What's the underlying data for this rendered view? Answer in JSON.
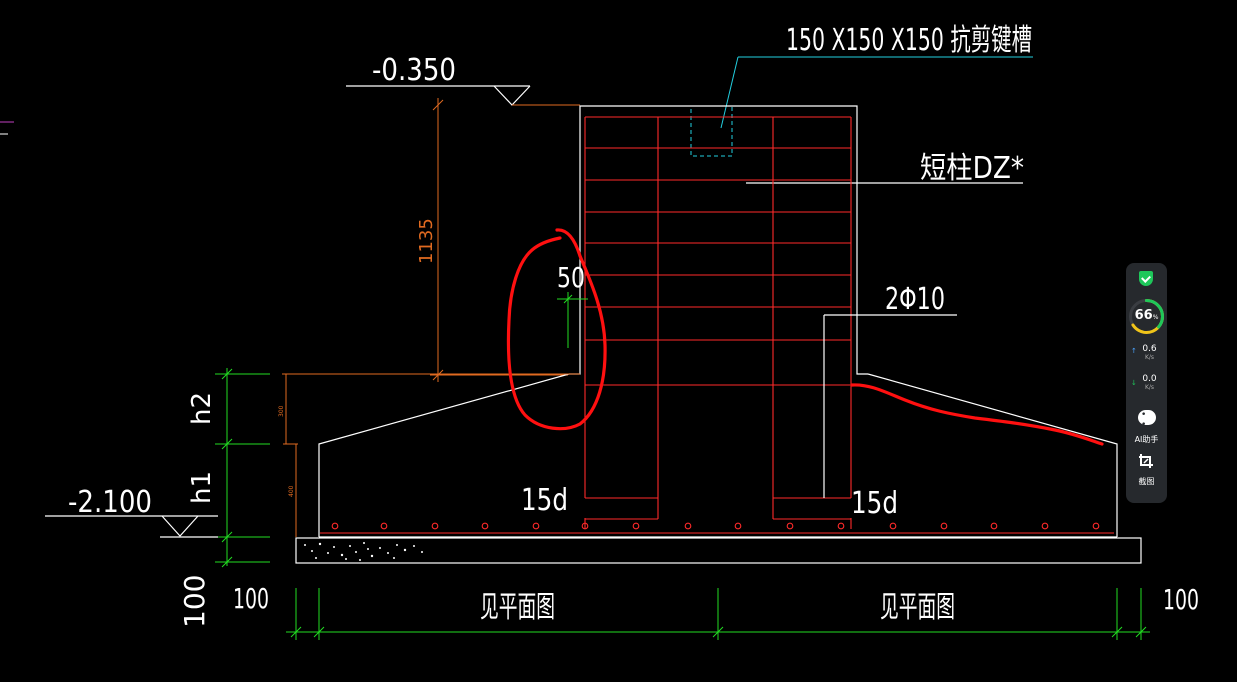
{
  "labels": {
    "elev_top": "-0.350",
    "shear_key": "150 X150 X150 抗剪键槽",
    "short_column": "短柱DZ*",
    "dim_1135": "1135",
    "dim_50": "50",
    "rebar_2phi10": "2Φ10",
    "anchor_left": "15d",
    "anchor_right": "15d",
    "h2": "h2",
    "h1": "h1",
    "elev_bottom": "-2.100",
    "dim_100_vertical": "100",
    "dim_100_left": "100",
    "dim_100_right": "100",
    "see_plan_left": "见平面图",
    "see_plan_right": "见平面图",
    "small_h2_dim": "300",
    "small_h1_dim": "400"
  },
  "colors": {
    "background": "#000000",
    "outline": "#ffffff",
    "rebar": "#ff2a2a",
    "dimension": "#22dd22",
    "elevation_dim": "#e06a20",
    "shear_key": "#22cfe0",
    "markup": "#ff1010"
  },
  "widget": {
    "icon_top": "shield-check-icon",
    "percent": "66",
    "percent_unit": "%",
    "upload_value": "0.6",
    "upload_unit": "K/s",
    "download_value": "0.0",
    "download_unit": "K/s",
    "ai_label": "AI助手",
    "screenshot_label": "截图"
  }
}
